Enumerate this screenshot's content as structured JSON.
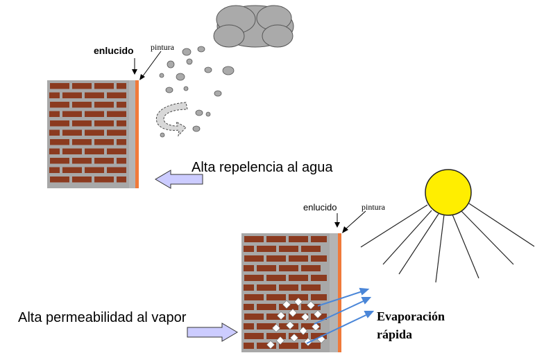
{
  "top_panel": {
    "label_plaster": "enlucido",
    "label_paint": "pintura",
    "caption": "Alta repelencia al agua"
  },
  "bottom_panel": {
    "label_plaster": "enlucido",
    "label_paint": "pintura",
    "caption": "Alta permeabilidad al vapor",
    "evap_line1": "Evaporación",
    "evap_line2": "rápida"
  },
  "colors": {
    "brick": "#8b3a1f",
    "mortar": "#a8a8a8",
    "paint": "#f07a3a",
    "sun": "#ffee00",
    "arrow_fill": "#ccccff",
    "evap_arrow": "#4a86d8"
  }
}
